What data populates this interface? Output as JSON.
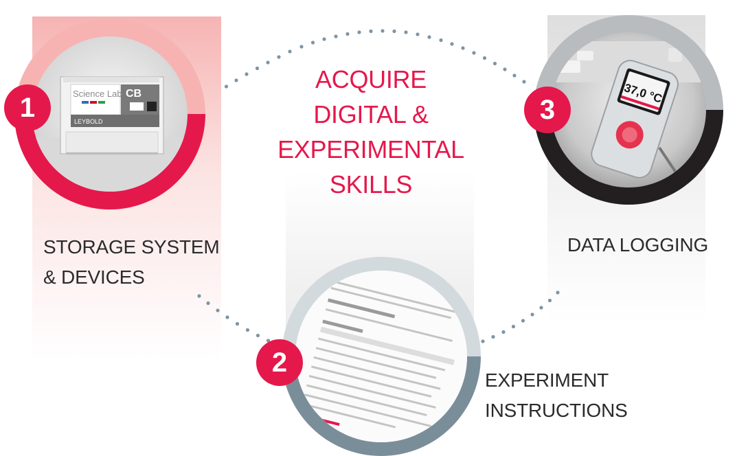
{
  "theme": {
    "accent": "#e5184b",
    "pink_panel": "#f7c0bf",
    "grey_panel": "#ececec",
    "dark_ring": "#231f20",
    "grey_ring": "#b7bcbf",
    "blue_grey_ring": "#7a8e9a",
    "light_ring": "#d3dadd",
    "dots": "#7d95a4"
  },
  "headline": {
    "lines": [
      "ACQUIRE",
      "DIGITAL &",
      "EXPERIMENTAL SKILLS"
    ]
  },
  "steps": [
    {
      "number": "1",
      "label": "STORAGE SYSTEM\n& DEVICES",
      "image": {
        "icon": "storage-box-photo",
        "brand": "Science Lab",
        "code": "CB",
        "maker": "LEYBOLD"
      }
    },
    {
      "number": "2",
      "label": "EXPERIMENT\nINSTRUCTIONS",
      "image": {
        "icon": "instruction-sheet-photo"
      }
    },
    {
      "number": "3",
      "label": "DATA LOGGING",
      "image": {
        "icon": "data-logger-photo",
        "reading": "37,0 °C"
      }
    }
  ]
}
